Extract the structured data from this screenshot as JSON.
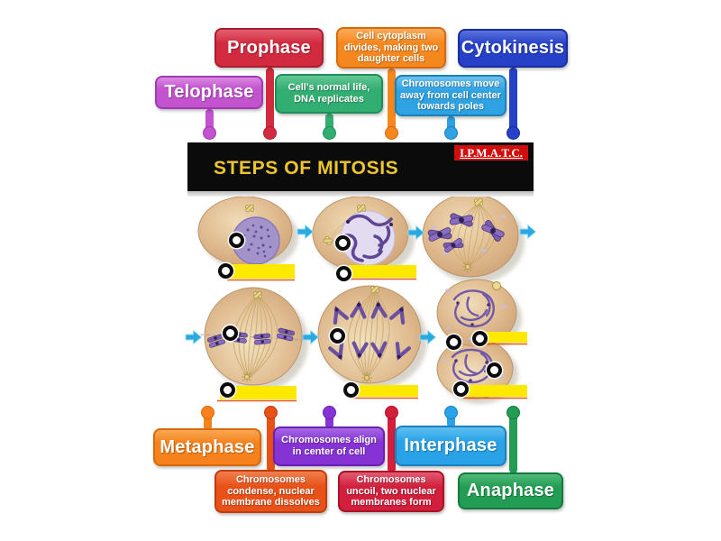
{
  "diagram": {
    "title": "STEPS OF MITOSIS",
    "badge": "I.P.M.A.T.C.",
    "title_color": "#edc62e",
    "badge_bg": "#cf0e0e",
    "header_bg": "#0b0b0b",
    "blank_color": "#fde900",
    "blank_underline_color": "#e2591a",
    "arrow_color": "#2aa9e0",
    "pin_ring_color": "#0b0b0b",
    "cell_body_color": "#dcb488",
    "chromosome_color": "#7a5db0"
  },
  "labels": [
    {
      "id": "telophase",
      "text": "Telophase",
      "kind": "phase",
      "color": "#c353cf"
    },
    {
      "id": "prophase",
      "text": "Prophase",
      "kind": "phase",
      "color": "#d22a3e"
    },
    {
      "id": "normal",
      "text": "Cell's normal life, DNA replicates",
      "kind": "description",
      "color": "#33ae73"
    },
    {
      "id": "cytoplasm",
      "text": "Cell cytoplasm divides, making two daughter cells",
      "kind": "description",
      "color": "#f5871f"
    },
    {
      "id": "moveaway",
      "text": "Chromosomes move away from cell center towards poles",
      "kind": "description",
      "color": "#2fa2e2"
    },
    {
      "id": "cytokinesis",
      "text": "Cytokinesis",
      "kind": "phase",
      "color": "#2641c8"
    },
    {
      "id": "metaphase",
      "text": "Metaphase",
      "kind": "phase",
      "color": "#f5821c"
    },
    {
      "id": "condense",
      "text": "Chromosomes condense, nuclear membrane dissolves",
      "kind": "description",
      "color": "#e85118"
    },
    {
      "id": "align",
      "text": "Chromosomes align in center of cell",
      "kind": "description",
      "color": "#8633d6"
    },
    {
      "id": "uncoil",
      "text": "Chromosomes uncoil, two nuclear membranes form",
      "kind": "description",
      "color": "#d21f3c"
    },
    {
      "id": "interphase",
      "text": "Interphase",
      "kind": "phase",
      "color": "#2aa2e8"
    },
    {
      "id": "anaphase",
      "text": "Anaphase",
      "kind": "phase",
      "color": "#229d53"
    }
  ],
  "icons": {
    "flow-arrow": "→",
    "answer-pin": "○",
    "label-connector-dot": "●"
  }
}
